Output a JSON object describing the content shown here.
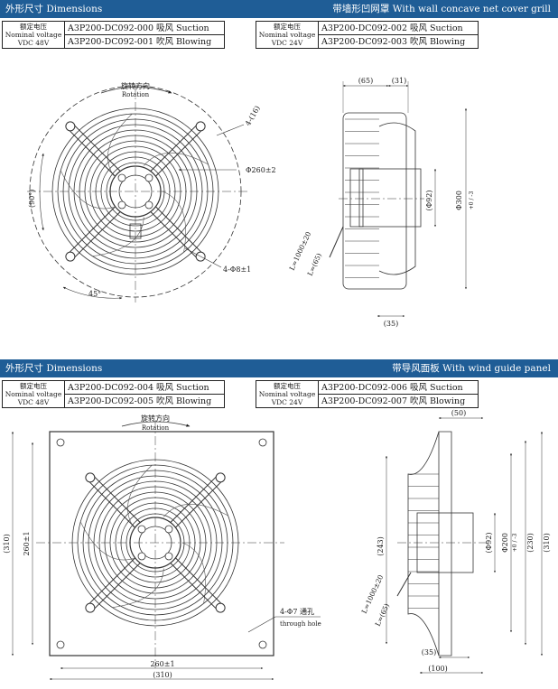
{
  "sections": [
    {
      "title_left": "外形尺寸 Dimensions",
      "title_right": "带墙形凹网罩 With wall concave net cover grill",
      "tables": [
        {
          "voltage": [
            "额定电压",
            "Nominal voltage",
            "VDC 48V"
          ],
          "models": [
            "A3P200-DC092-000 吸风 Suction",
            "A3P200-DC092-001 吹风 Blowing"
          ]
        },
        {
          "voltage": [
            "额定电压",
            "Nominal voltage",
            "VDC 24V"
          ],
          "models": [
            "A3P200-DC092-002 吸风 Suction",
            "A3P200-DC092-003 吹风 Blowing"
          ]
        }
      ]
    },
    {
      "title_left": "外形尺寸 Dimensions",
      "title_right": "带导风面板 With wind guide panel",
      "tables": [
        {
          "voltage": [
            "额定电压",
            "Nominal voltage",
            "VDC 48V"
          ],
          "models": [
            "A3P200-DC092-004 吸风 Suction",
            "A3P200-DC092-005 吹风 Blowing"
          ]
        },
        {
          "voltage": [
            "额定电压",
            "Nominal voltage",
            "VDC 24V"
          ],
          "models": [
            "A3P200-DC092-006 吸风 Suction",
            "A3P200-DC092-007 吹风 Blowing"
          ]
        }
      ]
    }
  ],
  "drawing1": {
    "rotation_cn": "旋转方向",
    "rotation_en": "Rotation",
    "dims": {
      "d260": "Φ260±2",
      "holes": "4-Φ8±1",
      "n16": "4-(16)",
      "a90": "(90°)",
      "a45": "45°"
    }
  },
  "side1": {
    "dims": {
      "d65": "(65)",
      "d31": "(31)",
      "d92": "(Φ92)",
      "d300": "Φ300",
      "d300_tol": "+0 / -3",
      "cable": "L=1000±20",
      "d65b": "L=(65)",
      "d35": "(35)"
    }
  },
  "drawing2": {
    "rotation_cn": "旋转方向",
    "rotation_en": "Rotation",
    "dims": {
      "h310": "(310)",
      "h260": "260±1",
      "w260": "260±1",
      "w310": "(310)",
      "holes": "4-Φ7 通孔",
      "holes_en": "through hole"
    }
  },
  "side2": {
    "dims": {
      "d50": "(50)",
      "d243": "(243)",
      "d92": "(Φ92)",
      "d200": "Φ200",
      "d200_tol": "+0 / -3",
      "d230": "(230)",
      "d310": "(310)",
      "cable": "L=1000±20",
      "d65": "L=(65)",
      "d35": "(35)",
      "d100": "(100)"
    }
  }
}
